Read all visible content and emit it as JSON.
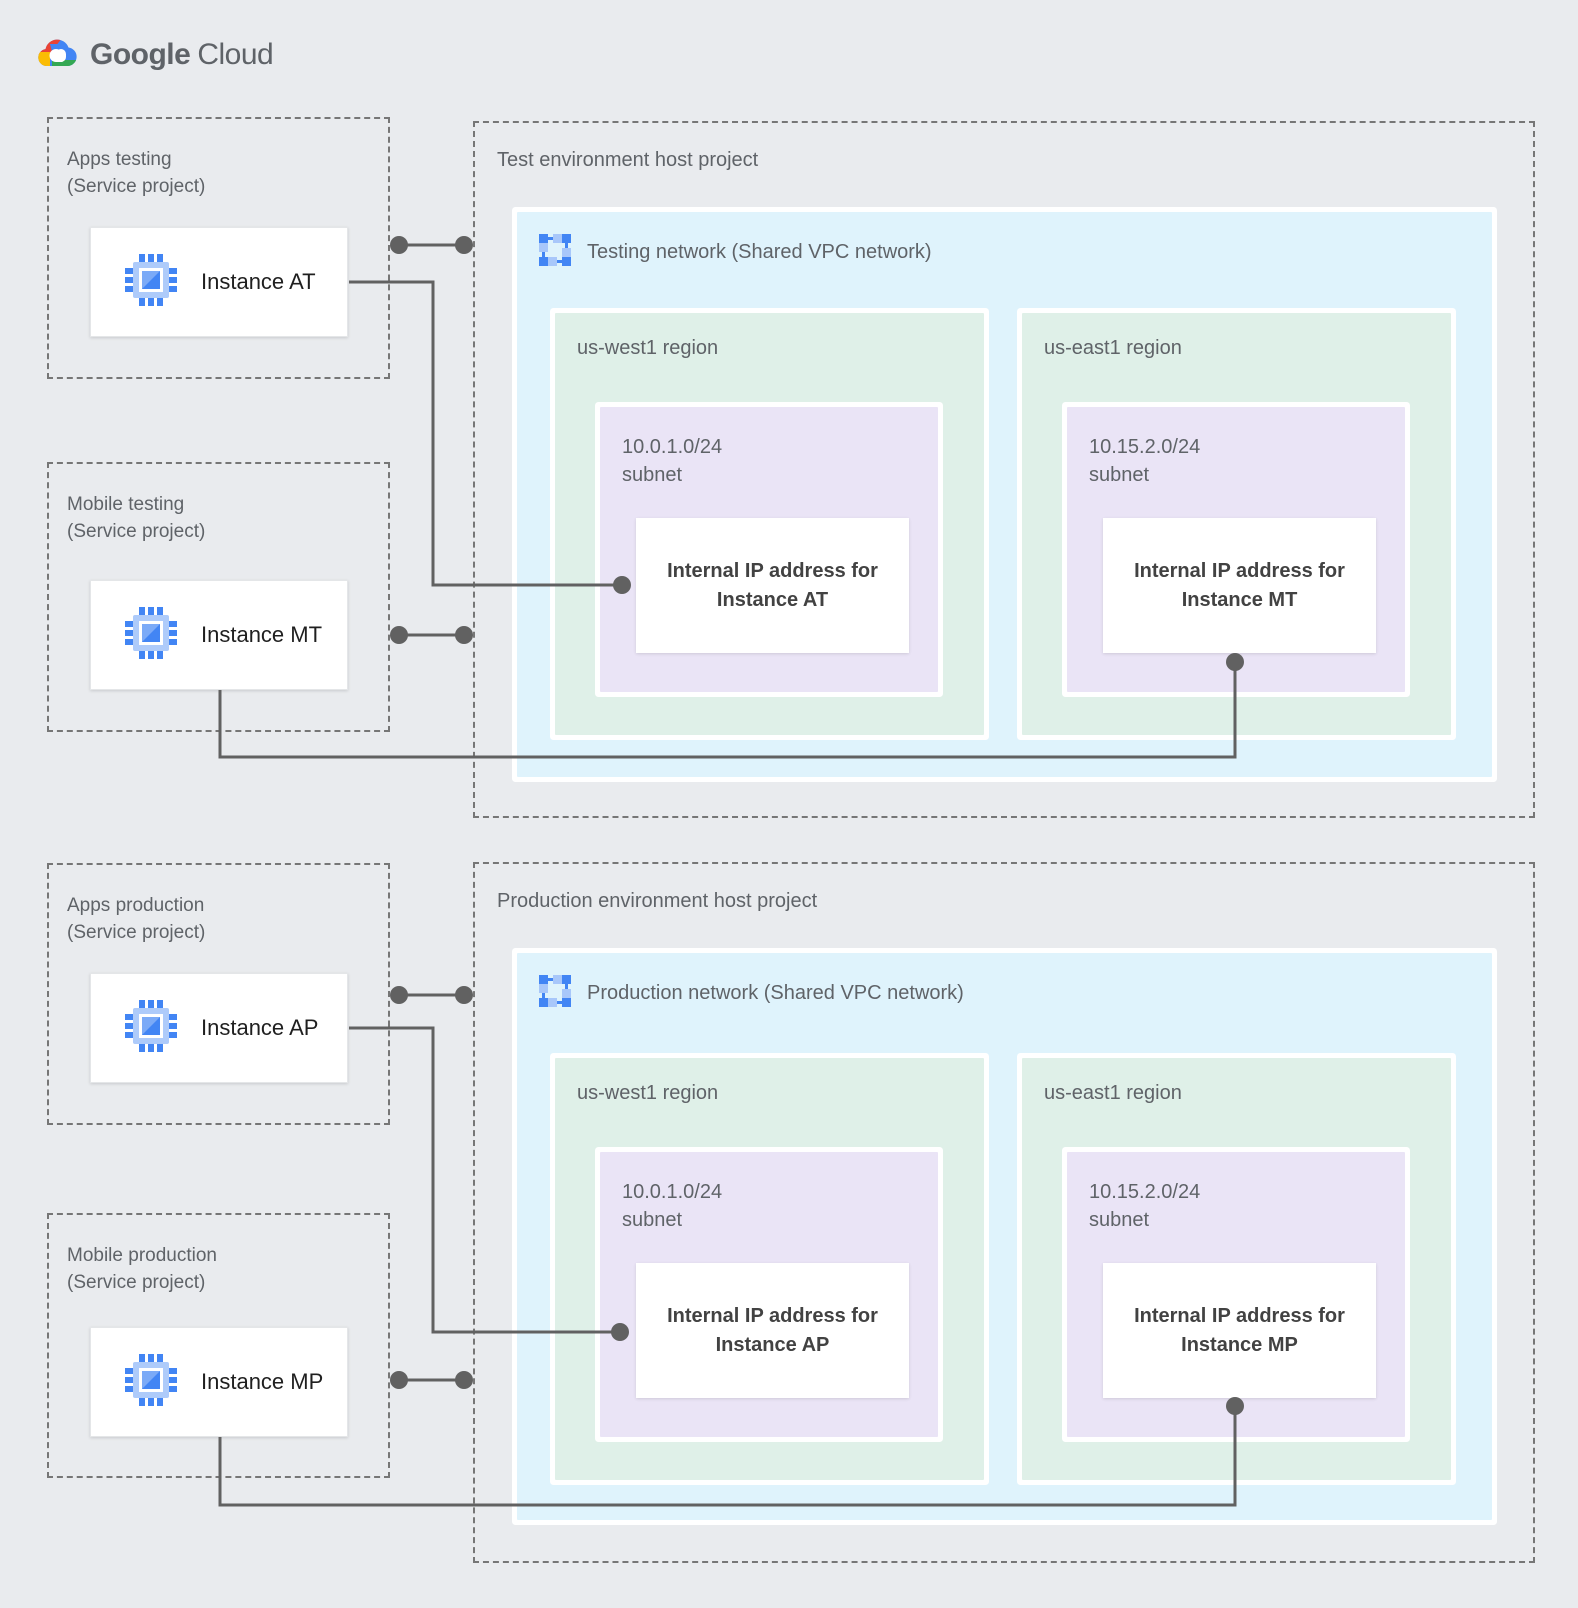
{
  "logo": {
    "brand_primary": "Google",
    "brand_secondary": "Cloud"
  },
  "service_projects": [
    {
      "title": "Apps testing",
      "subtitle": "(Service project)",
      "instance_label": "Instance AT"
    },
    {
      "title": "Mobile testing",
      "subtitle": "(Service project)",
      "instance_label": "Instance MT"
    },
    {
      "title": "Apps production",
      "subtitle": "(Service project)",
      "instance_label": "Instance AP"
    },
    {
      "title": "Mobile production",
      "subtitle": "(Service project)",
      "instance_label": "Instance MP"
    }
  ],
  "host_projects": [
    {
      "title": "Test environment host project",
      "network_label": "Testing network (Shared VPC network)",
      "regions": [
        {
          "name": "us-west1 region",
          "subnet_label": "10.0.1.0/24\nsubnet",
          "ip_label": "Internal IP address for Instance AT"
        },
        {
          "name": "us-east1 region",
          "subnet_label": "10.15.2.0/24\nsubnet",
          "ip_label": "Internal IP address for Instance MT"
        }
      ]
    },
    {
      "title": "Production environment host project",
      "network_label": "Production network (Shared VPC network)",
      "regions": [
        {
          "name": "us-west1 region",
          "subnet_label": "10.0.1.0/24\nsubnet",
          "ip_label": "Internal IP address for Instance AP"
        },
        {
          "name": "us-east1 region",
          "subnet_label": "10.15.2.0/24\nsubnet",
          "ip_label": "Internal IP address for Instance MP"
        }
      ]
    }
  ],
  "colors": {
    "canvas-bg": "#E9EBEE",
    "network-bg": "#DFF3FC",
    "region-bg": "#DFF0E8",
    "subnet-bg": "#EAE4F6",
    "card-bg": "#FFFFFF",
    "label-gray": "#5F6368",
    "text-dark": "#1F1F1F",
    "ip-text": "#424242",
    "connector": "#616161",
    "dashed-border": "#767676",
    "google-blue": "#4285F4",
    "chip-light": "#AECBFA",
    "chip-mid": "#7BAAF7",
    "vpc-light": "#A8C7FA",
    "logo-red": "#EA4335",
    "logo-yellow": "#FBBC04",
    "logo-green": "#34A853"
  }
}
